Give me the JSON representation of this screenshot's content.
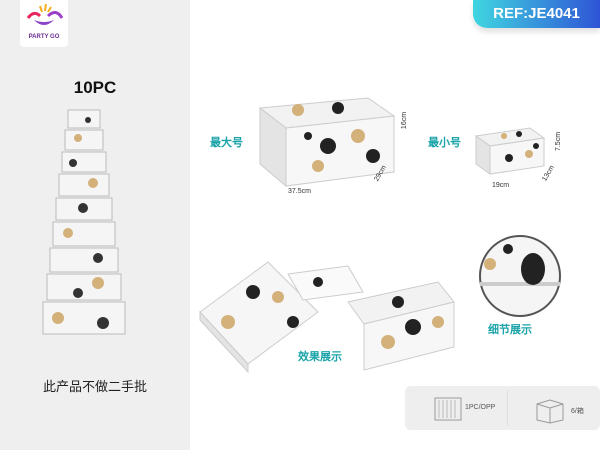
{
  "brand": {
    "logo_text": "PARTY GO"
  },
  "left": {
    "count_label": "10PC",
    "note": "此产品不做二手批"
  },
  "ref": {
    "label": "REF:JE4041"
  },
  "largest": {
    "label": "最大号",
    "height": "16cm",
    "depth": "29cm",
    "width": "37.5cm"
  },
  "smallest": {
    "label": "最小号",
    "height": "7.5cm",
    "depth": "13cm",
    "width": "19cm"
  },
  "effect": {
    "label": "效果展示"
  },
  "detail": {
    "label": "细节展示"
  },
  "packaging": {
    "inner": "1PC/OPP",
    "outer": "6/箱",
    "inner_icon": "opp-bag-icon",
    "outer_icon": "carton-box-icon"
  },
  "colors": {
    "accent": "#1aa3a8",
    "ref_start": "#3fd6e0",
    "ref_end": "#2f54d6",
    "butterfly_gold": "#d4b07a",
    "butterfly_dark": "#222222"
  }
}
